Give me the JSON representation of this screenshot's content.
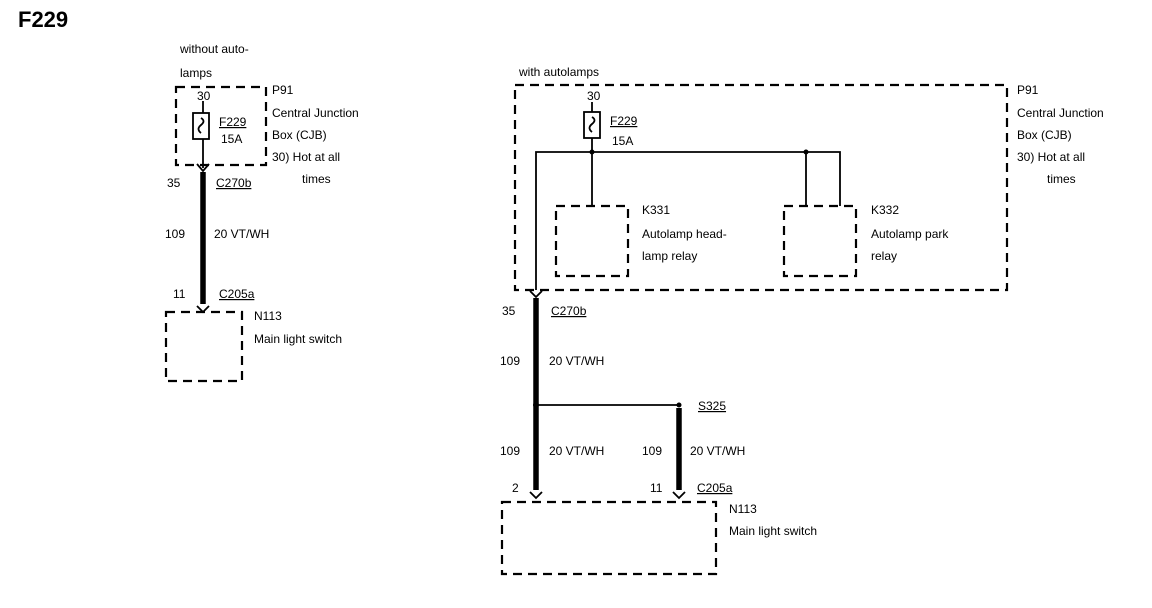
{
  "title": "F229",
  "left": {
    "caption_line1": "without auto-",
    "caption_line2": "lamps",
    "pin_top": "30",
    "fuse_name": "F229",
    "fuse_rating": "15A",
    "box_name": "P91",
    "box_desc_line1": "Central Junction",
    "box_desc_line2": "Box (CJB)",
    "box_desc_line3": "30)  Hot at all",
    "box_desc_line4": "times",
    "conn_pin": "35",
    "conn_name": "C270b",
    "wire_circuit": "109",
    "wire_spec": "20 VT/WH",
    "switch_pin": "11",
    "switch_conn": "C205a",
    "switch_name": "N113",
    "switch_desc": "Main light switch"
  },
  "right": {
    "caption": "with autolamps",
    "pin_top": "30",
    "fuse_name": "F229",
    "fuse_rating": "15A",
    "box_name": "P91",
    "box_desc_line1": "Central Junction",
    "box_desc_line2": "Box (CJB)",
    "box_desc_line3": "30)  Hot at all",
    "box_desc_line4": "times",
    "relay1_name": "K331",
    "relay1_desc_line1": "Autolamp head-",
    "relay1_desc_line2": "lamp relay",
    "relay2_name": "K332",
    "relay2_desc_line1": "Autolamp park",
    "relay2_desc_line2": "relay",
    "conn_pin": "35",
    "conn_name": "C270b",
    "wire1_circuit": "109",
    "wire1_spec": "20 VT/WH",
    "splice": "S325",
    "wire2_circuit": "109",
    "wire2_spec": "20 VT/WH",
    "wire3_circuit": "109",
    "wire3_spec": "20 VT/WH",
    "switch_pin_a": "2",
    "switch_pin_b": "11",
    "switch_conn": "C205a",
    "switch_name": "N113",
    "switch_desc": "Main light switch"
  }
}
